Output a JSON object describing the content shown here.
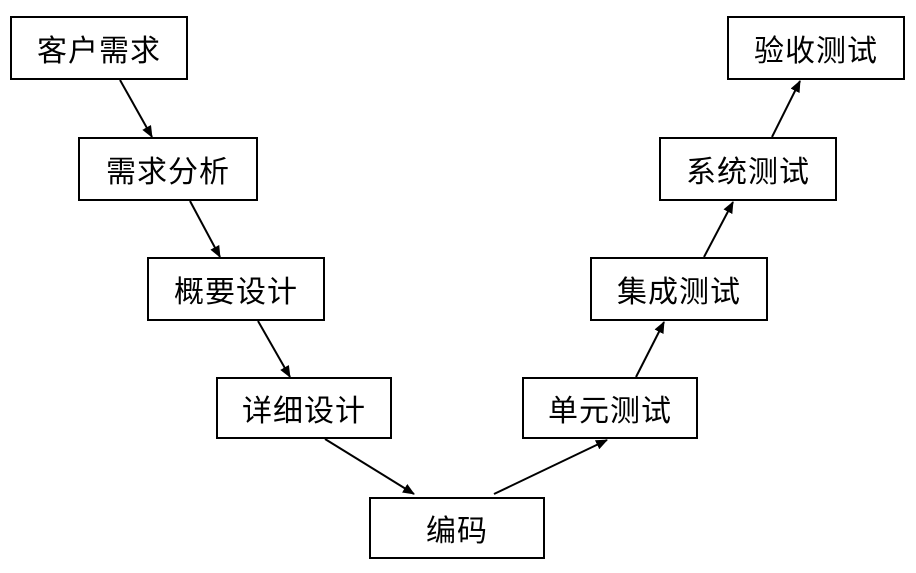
{
  "diagram": {
    "nodes": [
      {
        "id": "customer-requirements",
        "label": "客户需求"
      },
      {
        "id": "requirements-analysis",
        "label": "需求分析"
      },
      {
        "id": "high-level-design",
        "label": "概要设计"
      },
      {
        "id": "detailed-design",
        "label": "详细设计"
      },
      {
        "id": "coding",
        "label": "编码"
      },
      {
        "id": "unit-testing",
        "label": "单元测试"
      },
      {
        "id": "integration-testing",
        "label": "集成测试"
      },
      {
        "id": "system-testing",
        "label": "系统测试"
      },
      {
        "id": "acceptance-testing",
        "label": "验收测试"
      }
    ],
    "edges": [
      {
        "from": "customer-requirements",
        "to": "requirements-analysis"
      },
      {
        "from": "requirements-analysis",
        "to": "high-level-design"
      },
      {
        "from": "high-level-design",
        "to": "detailed-design"
      },
      {
        "from": "detailed-design",
        "to": "coding"
      },
      {
        "from": "coding",
        "to": "unit-testing"
      },
      {
        "from": "unit-testing",
        "to": "integration-testing"
      },
      {
        "from": "integration-testing",
        "to": "system-testing"
      },
      {
        "from": "system-testing",
        "to": "acceptance-testing"
      }
    ]
  }
}
